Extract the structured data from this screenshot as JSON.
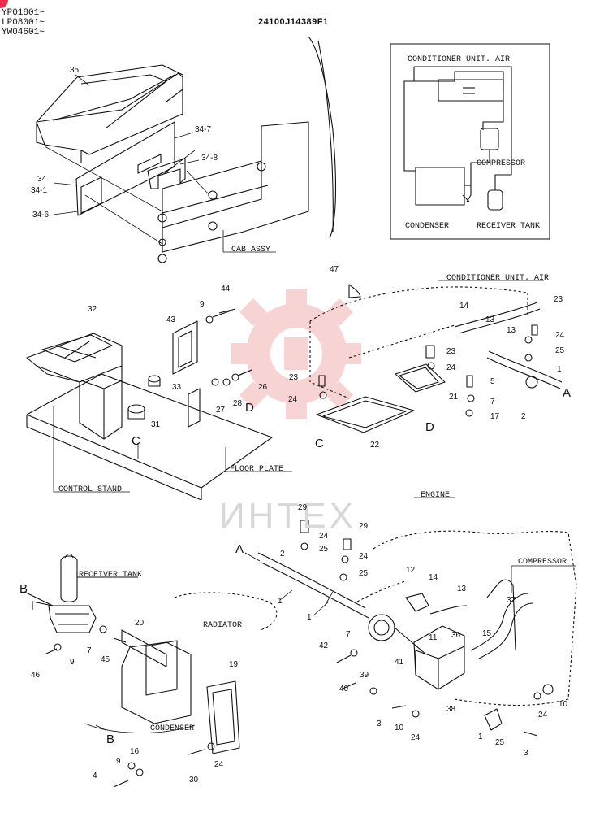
{
  "header": {
    "serials": [
      "YP01801~",
      "LP08001~",
      "YW04601~"
    ],
    "document_no": "24100J14389F1"
  },
  "watermark": {
    "text": "ИНТЕХ",
    "logo_color": "#f4b6b6"
  },
  "schematic": {
    "conditioner": "CONDITIONER UNIT. AIR",
    "compressor": "COMPRESSOR",
    "condenser": "CONDENSER",
    "receiver": "RECEIVER TANK"
  },
  "section_labels": {
    "cab_assy": "CAB ASSY",
    "conditioner_unit": "CONDITIONER UNIT. AIR",
    "control_stand": "CONTROL STAND",
    "floor_plate": "FLOOR PLATE",
    "engine": "ENGINE",
    "compressor": "COMPRESSOR",
    "receiver_tank": "RECEIVER TANK",
    "radiator": "RADIATOR",
    "condenser": "CONDENSER"
  },
  "parts": [
    {
      "id": "p35",
      "text": "35"
    },
    {
      "id": "p34_7",
      "text": "34-7"
    },
    {
      "id": "p34_8",
      "text": "34-8"
    },
    {
      "id": "p34",
      "text": "34"
    },
    {
      "id": "p34_1",
      "text": "34-1"
    },
    {
      "id": "p34_6",
      "text": "34-6"
    },
    {
      "id": "p47",
      "text": "47"
    },
    {
      "id": "p44",
      "text": "44"
    },
    {
      "id": "p9a",
      "text": "9"
    },
    {
      "id": "p32",
      "text": "32"
    },
    {
      "id": "p43",
      "text": "43"
    },
    {
      "id": "p33",
      "text": "33"
    },
    {
      "id": "p26",
      "text": "26"
    },
    {
      "id": "p28",
      "text": "28"
    },
    {
      "id": "p27",
      "text": "27"
    },
    {
      "id": "p31",
      "text": "31"
    },
    {
      "id": "pD1",
      "text": "D"
    },
    {
      "id": "pC1",
      "text": "C"
    },
    {
      "id": "p23a",
      "text": "23"
    },
    {
      "id": "p24a",
      "text": "24"
    },
    {
      "id": "pC2",
      "text": "C"
    },
    {
      "id": "p22",
      "text": "22"
    },
    {
      "id": "p14a",
      "text": "14"
    },
    {
      "id": "p13a",
      "text": "13"
    },
    {
      "id": "p13b",
      "text": "13"
    },
    {
      "id": "p23b",
      "text": "23"
    },
    {
      "id": "p23c",
      "text": "23"
    },
    {
      "id": "p24b",
      "text": "24"
    },
    {
      "id": "p24c",
      "text": "24"
    },
    {
      "id": "p25a",
      "text": "25"
    },
    {
      "id": "p1a",
      "text": "1"
    },
    {
      "id": "pA1",
      "text": "A"
    },
    {
      "id": "p21",
      "text": "21"
    },
    {
      "id": "p5",
      "text": "5"
    },
    {
      "id": "p7a",
      "text": "7"
    },
    {
      "id": "p17",
      "text": "17"
    },
    {
      "id": "p2a",
      "text": "2"
    },
    {
      "id": "pD2",
      "text": "D"
    },
    {
      "id": "p29a",
      "text": "29"
    },
    {
      "id": "p29b",
      "text": "29"
    },
    {
      "id": "pA2",
      "text": "A"
    },
    {
      "id": "p2b",
      "text": "2"
    },
    {
      "id": "p24d",
      "text": "24"
    },
    {
      "id": "p25b",
      "text": "25"
    },
    {
      "id": "p24e",
      "text": "24"
    },
    {
      "id": "p25c",
      "text": "25"
    },
    {
      "id": "p1b",
      "text": "1"
    },
    {
      "id": "p1c",
      "text": "1"
    },
    {
      "id": "p12",
      "text": "12"
    },
    {
      "id": "p14b",
      "text": "14"
    },
    {
      "id": "p13c",
      "text": "13"
    },
    {
      "id": "p37",
      "text": "37"
    },
    {
      "id": "p11",
      "text": "11"
    },
    {
      "id": "p36",
      "text": "36"
    },
    {
      "id": "p15",
      "text": "15"
    },
    {
      "id": "p7b",
      "text": "7"
    },
    {
      "id": "p42",
      "text": "42"
    },
    {
      "id": "p41",
      "text": "41"
    },
    {
      "id": "p39",
      "text": "39"
    },
    {
      "id": "p40",
      "text": "40"
    },
    {
      "id": "p38",
      "text": "38"
    },
    {
      "id": "p3a",
      "text": "3"
    },
    {
      "id": "p10a",
      "text": "10"
    },
    {
      "id": "p24f",
      "text": "24"
    },
    {
      "id": "p1d",
      "text": "1"
    },
    {
      "id": "p25d",
      "text": "25"
    },
    {
      "id": "p24g",
      "text": "24"
    },
    {
      "id": "p10b",
      "text": "10"
    },
    {
      "id": "p3b",
      "text": "3"
    },
    {
      "id": "pB1",
      "text": "B"
    },
    {
      "id": "p7c",
      "text": "7"
    },
    {
      "id": "p45",
      "text": "45"
    },
    {
      "id": "p46",
      "text": "46"
    },
    {
      "id": "p9b",
      "text": "9"
    },
    {
      "id": "p20",
      "text": "20"
    },
    {
      "id": "p19",
      "text": "19"
    },
    {
      "id": "pB2",
      "text": "B"
    },
    {
      "id": "p16",
      "text": "16"
    },
    {
      "id": "p9c",
      "text": "9"
    },
    {
      "id": "p4",
      "text": "4"
    },
    {
      "id": "p30",
      "text": "30"
    },
    {
      "id": "p24h",
      "text": "24"
    }
  ]
}
